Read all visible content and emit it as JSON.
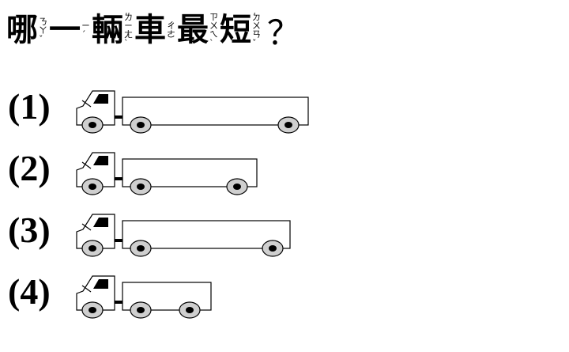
{
  "title": {
    "chars": [
      {
        "char": "哪",
        "zhuyin": [
          "ㄋ",
          "ㄚ",
          "ˇ"
        ]
      },
      {
        "char": "一",
        "zhuyin": [
          "ㄧ",
          "ˊ"
        ]
      },
      {
        "char": "輛",
        "zhuyin": [
          "ㄌ",
          "ㄧ",
          "ㄤ",
          "ˋ"
        ]
      },
      {
        "char": "車",
        "zhuyin": [
          "ㄔ",
          "ㄜ"
        ]
      },
      {
        "char": "最",
        "zhuyin": [
          "ㄗ",
          "ㄨ",
          "ㄟ",
          "ˋ"
        ]
      },
      {
        "char": "短",
        "zhuyin": [
          "ㄉ",
          "ㄨ",
          "ㄢ",
          "ˇ"
        ]
      }
    ],
    "question_mark": "？"
  },
  "options": [
    {
      "label": "(1)",
      "trailer_length": 235,
      "wheel_positions": [
        23,
        210
      ]
    },
    {
      "label": "(2)",
      "trailer_length": 170,
      "wheel_positions": [
        23,
        145
      ]
    },
    {
      "label": "(3)",
      "trailer_length": 212,
      "wheel_positions": [
        23,
        190
      ]
    },
    {
      "label": "(4)",
      "trailer_length": 112,
      "wheel_positions": [
        23,
        85
      ]
    }
  ]
}
